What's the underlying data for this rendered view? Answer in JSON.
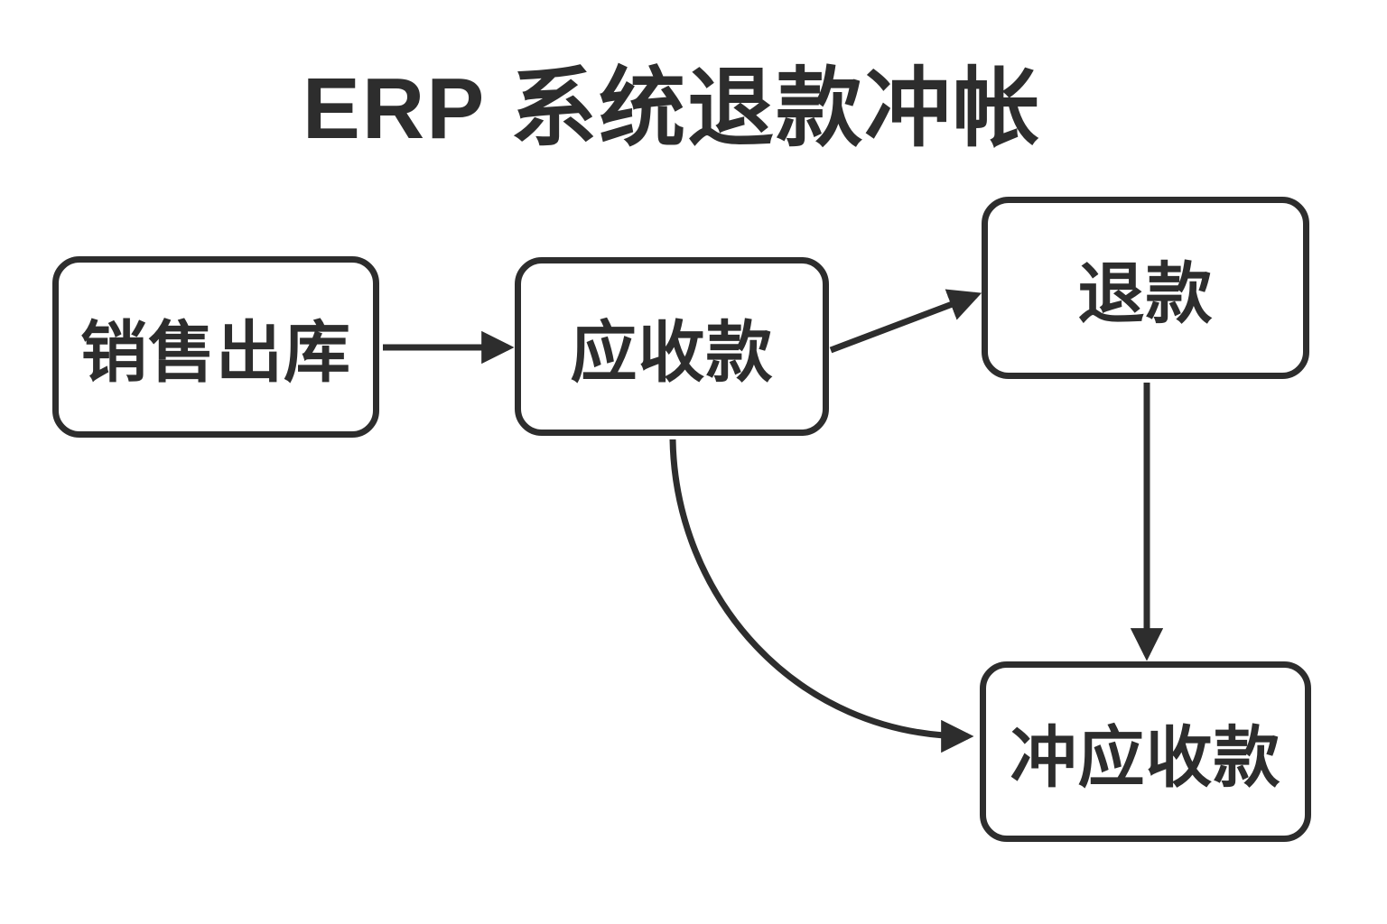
{
  "title": "ERP 系统退款冲帐",
  "colors": {
    "background": "#ffffff",
    "stroke": "#2d2d2d",
    "text": "#2d2d2d"
  },
  "nodes": [
    {
      "id": "sales-outbound",
      "label": "销售出库"
    },
    {
      "id": "accounts-receivable",
      "label": "应收款"
    },
    {
      "id": "refund",
      "label": "退款"
    },
    {
      "id": "reverse-receivable",
      "label": "冲应收款"
    }
  ],
  "edges": [
    {
      "from": "sales-outbound",
      "to": "accounts-receivable",
      "style": "straight"
    },
    {
      "from": "accounts-receivable",
      "to": "refund",
      "style": "straight-diagonal"
    },
    {
      "from": "refund",
      "to": "reverse-receivable",
      "style": "straight"
    },
    {
      "from": "accounts-receivable",
      "to": "reverse-receivable",
      "style": "curved"
    }
  ]
}
